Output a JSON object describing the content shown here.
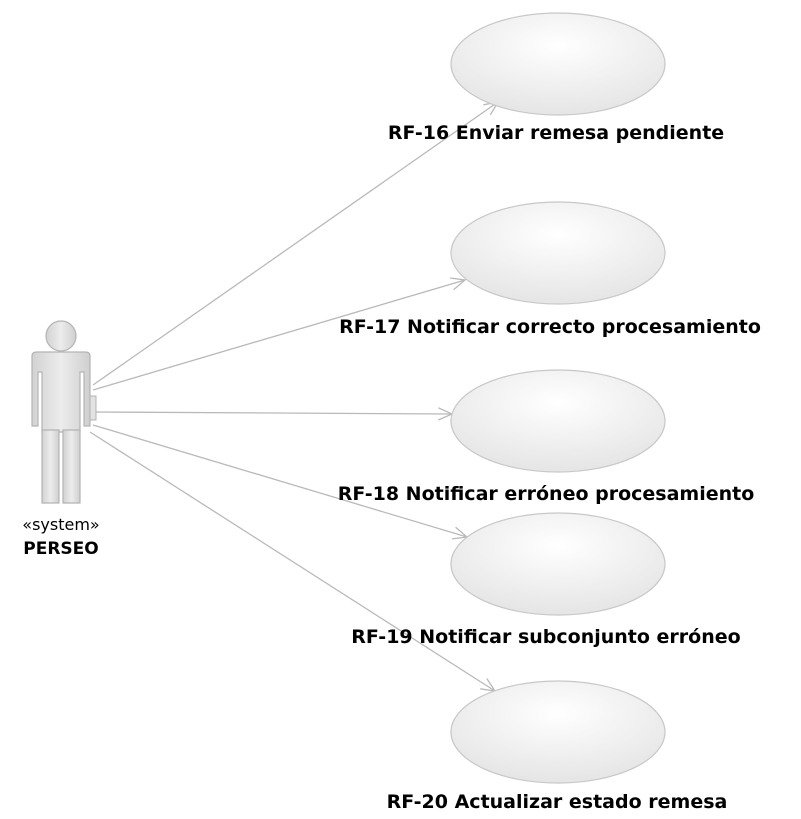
{
  "diagram": {
    "type": "uml-use-case",
    "actor": {
      "stereotype": "«system»",
      "name": "PERSEO",
      "icon": "stick-figure-icon"
    },
    "use_cases": [
      {
        "label": "RF-16 Enviar remesa pendiente"
      },
      {
        "label": "RF-17 Notificar correcto procesamiento"
      },
      {
        "label": "RF-18 Notificar erróneo procesamiento"
      },
      {
        "label": "RF-19 Notificar subconjunto erróneo"
      },
      {
        "label": "RF-20 Actualizar estado remesa"
      }
    ],
    "colors": {
      "ellipse_fill": "#eeeeee",
      "ellipse_stroke": "#c8c8c8",
      "actor_fill": "#e0e0e0",
      "actor_stroke": "#b4b4b4",
      "association_line": "#b9b9b9",
      "text": "#000000"
    }
  }
}
